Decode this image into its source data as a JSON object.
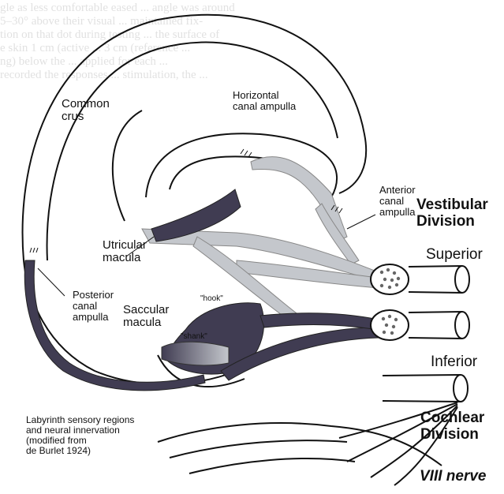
{
  "labels": {
    "common_crus": "Common\ncrus",
    "horizontal_ampulla": "Horizontal\ncanal ampulla",
    "anterior_ampulla": "Anterior\ncanal\nampulla",
    "utricular_macula": "Utricular\nmacula",
    "posterior_ampulla": "Posterior\ncanal\nampulla",
    "saccular_macula": "Saccular\nmacula",
    "hook": "\"hook\"",
    "shank": "\"shank\"",
    "vestibular_division": "Vestibular\nDivision",
    "superior": "Superior",
    "inferior": "Inferior",
    "cochlear_division": "Cochlear\nDivision",
    "viii_nerve": "VIII nerve",
    "caption": "Labyrinth sensory regions\nand neural innervation\n(modified from\nde Burlet 1924)"
  },
  "colors": {
    "outline": "#111111",
    "light_nerve": "#c4c7cc",
    "dark_nerve": "#403c52",
    "bone": "#ffffff"
  }
}
